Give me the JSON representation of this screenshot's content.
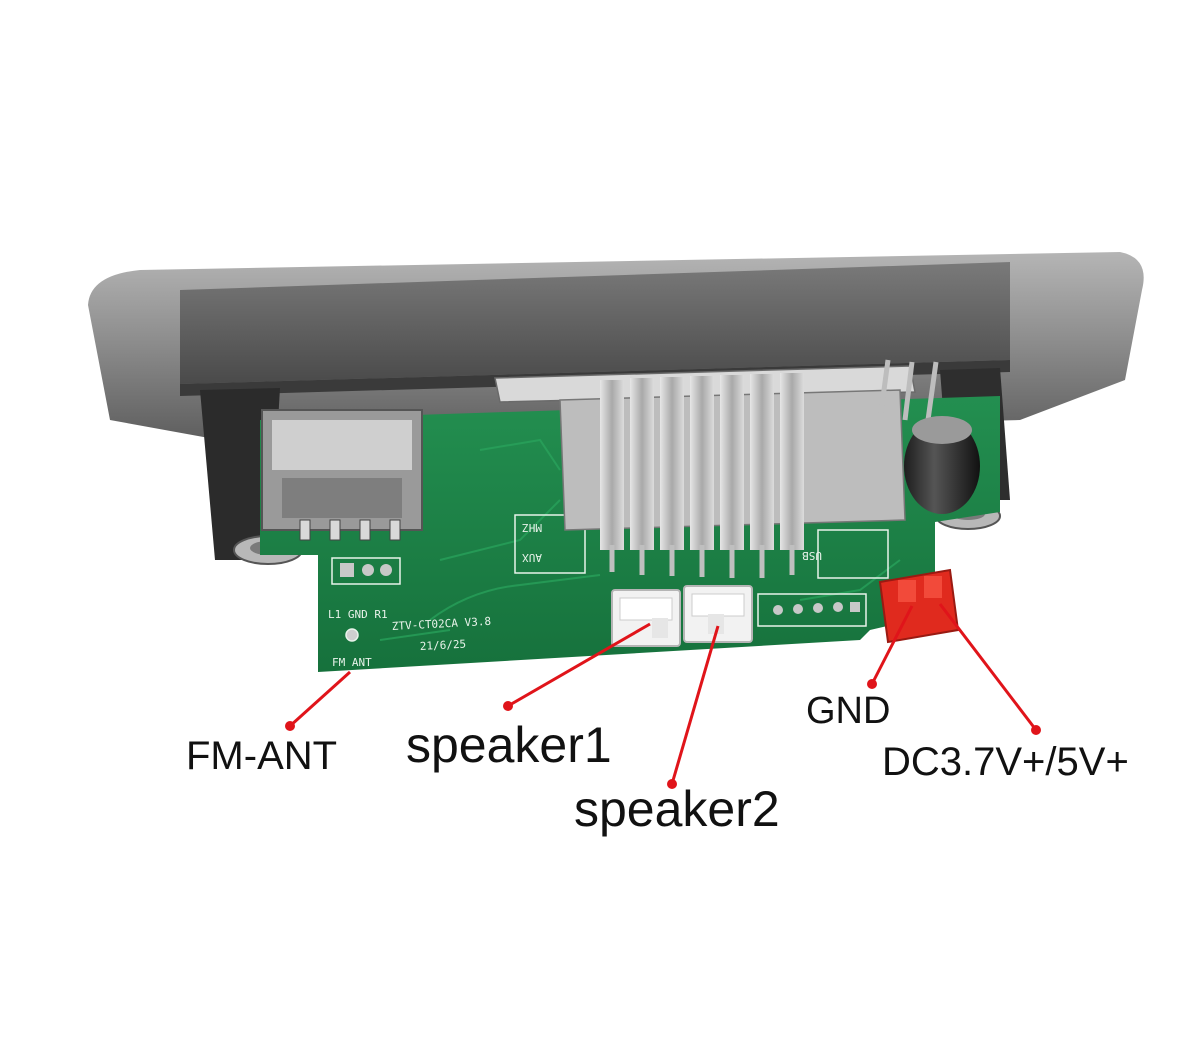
{
  "callouts": {
    "fm_ant": "FM-ANT",
    "speaker1": "speaker1",
    "speaker2": "speaker2",
    "gnd": "GND",
    "dc": "DC3.7V+/5V+"
  },
  "silkscreen": {
    "left_connector": "L1 GND R1",
    "board_model": "ZTV-CT02CA V3.8",
    "board_date": "21/6/25",
    "fm_ant": "FM ANT",
    "aux": "AUX",
    "mhz": "MHZ",
    "usb": "USB"
  },
  "colors": {
    "pcb_green": "#1f8a4c",
    "faceplate_gray": "#8d8d8d",
    "pointer_red": "#e0141a",
    "power_connector_red": "#e02a1e",
    "speaker_connector_white": "#f2f2f2",
    "heatsink_silver": "#c7c7c7"
  }
}
